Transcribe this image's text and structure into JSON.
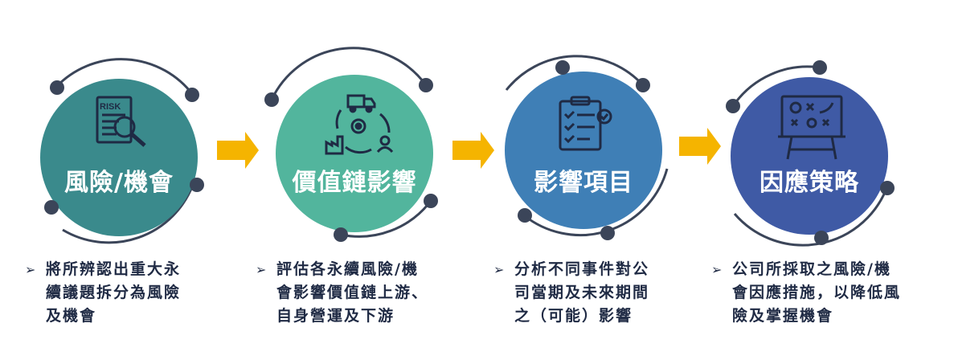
{
  "steps": [
    {
      "title": "風險/機會",
      "color": "#3a8a8c",
      "icon": "risk-document-magnifier-icon",
      "desc_lines": [
        "將所辨認出重大永",
        "續議題拆分為風險",
        "及機會"
      ]
    },
    {
      "title": "價值鏈影響",
      "color": "#52b59d",
      "icon": "supply-chain-cycle-icon",
      "desc_lines": [
        "評估各永續風險/機",
        "會影響價值鏈上游、",
        "自身營運及下游"
      ]
    },
    {
      "title": "影響項目",
      "color": "#3f7fb6",
      "icon": "clipboard-checklist-icon",
      "desc_lines": [
        "分析不同事件對公",
        "司當期及未來期間",
        "之（可能）影響"
      ]
    },
    {
      "title": "因應策略",
      "color": "#3f5aa5",
      "icon": "strategy-board-icon",
      "desc_lines": [
        "公司所採取之風險/機",
        "會因應措施，以降低風",
        "險及掌握機會"
      ]
    }
  ],
  "colors": {
    "arrow": "#f5b400",
    "orbit": "#3b4559",
    "text": "#1f2a44"
  },
  "bullet_symbol": "➢"
}
